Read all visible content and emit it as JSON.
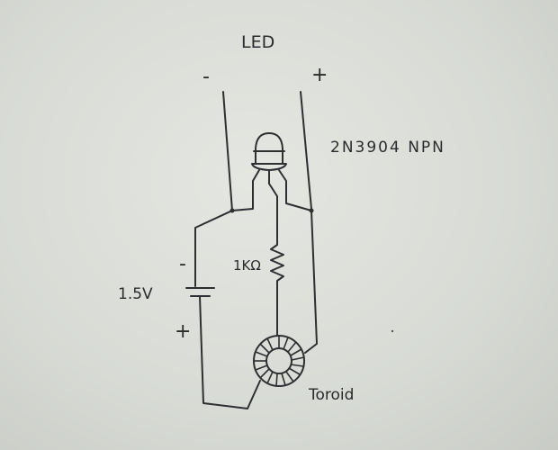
{
  "labels": {
    "led": "LED",
    "led_minus": "-",
    "led_plus": "+",
    "transistor": "2N3904 NPN",
    "resistor": "1KΩ",
    "battery_minus": "-",
    "battery_voltage": "1.5V",
    "battery_plus": "+",
    "toroid": "Toroid"
  },
  "colors": {
    "paper": "#d9dcd6",
    "ink": "#2f2f33"
  }
}
